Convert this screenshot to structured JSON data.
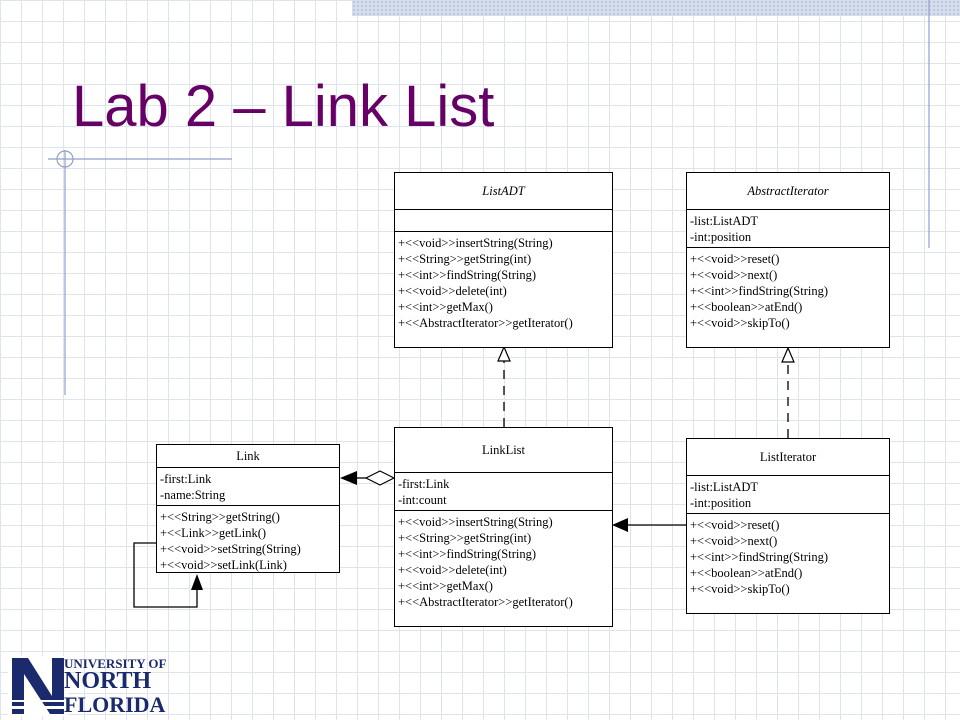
{
  "slide": {
    "title": "Lab 2 – Link List",
    "logo_text": [
      "UNIVERSITY OF",
      "NORTH",
      "FLORIDA"
    ]
  },
  "classes": {
    "listadt": {
      "name": "ListADT",
      "attributes": [],
      "operations": [
        "+<<void>>insertString(String)",
        "+<<String>>getString(int)",
        "+<<int>>findString(String)",
        "+<<void>>delete(int)",
        "+<<int>>getMax()",
        "+<<AbstractIterator>>getIterator()"
      ]
    },
    "abstractiterator": {
      "name": "AbstractIterator",
      "attributes": [
        "-list:ListADT",
        "-int:position"
      ],
      "operations": [
        "+<<void>>reset()",
        "+<<void>>next()",
        "+<<int>>findString(String)",
        "+<<boolean>>atEnd()",
        "+<<void>>skipTo()"
      ]
    },
    "link": {
      "name": "Link",
      "attributes": [
        "-first:Link",
        "-name:String"
      ],
      "operations": [
        "+<<String>>getString()",
        "+<<Link>>getLink()",
        "+<<void>>setString(String)",
        "+<<void>>setLink(Link)"
      ]
    },
    "linklist": {
      "name": "LinkList",
      "attributes": [
        "-first:Link",
        "-int:count"
      ],
      "operations": [
        "+<<void>>insertString(String)",
        "+<<String>>getString(int)",
        "+<<int>>findString(String)",
        "+<<void>>delete(int)",
        "+<<int>>getMax()",
        "+<<AbstractIterator>>getIterator()"
      ]
    },
    "listiterator": {
      "name": "ListIterator",
      "attributes": [
        "-list:ListADT",
        "-int:position"
      ],
      "operations": [
        "+<<void>>reset()",
        "+<<void>>next()",
        "+<<int>>findString(String)",
        "+<<boolean>>atEnd()",
        "+<<void>>skipTo()"
      ]
    }
  }
}
